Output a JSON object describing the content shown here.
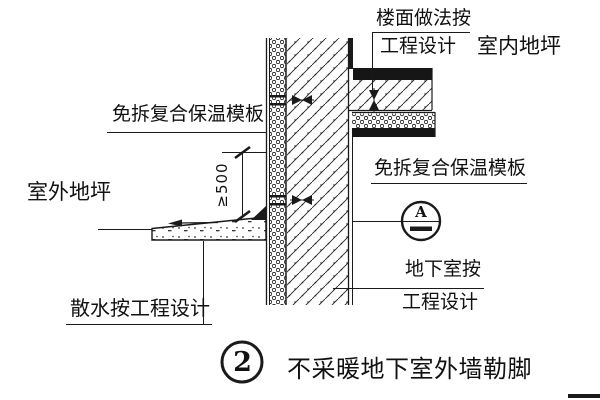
{
  "figure": {
    "type": "architectural-detail-drawing",
    "title": {
      "number": "2",
      "text": "不采暖地下室外墙勒脚"
    },
    "annotations": {
      "floor_construction": {
        "line1": "楼面做法按",
        "line2": "工程设计"
      },
      "indoor_ground": "室内地坪",
      "insulation_formwork_left": "免拆复合保温模板",
      "insulation_formwork_right": "免拆复合保温模板",
      "outdoor_ground": "室外地坪",
      "plinth_height_dimension": "≥500",
      "apron": "散水按工程设计",
      "basement": {
        "line1": "地下室按",
        "line2": "工程设计"
      },
      "detail_index_letter": "A"
    },
    "colors": {
      "line": "#1a1a1a",
      "background": "#ffffff"
    }
  }
}
